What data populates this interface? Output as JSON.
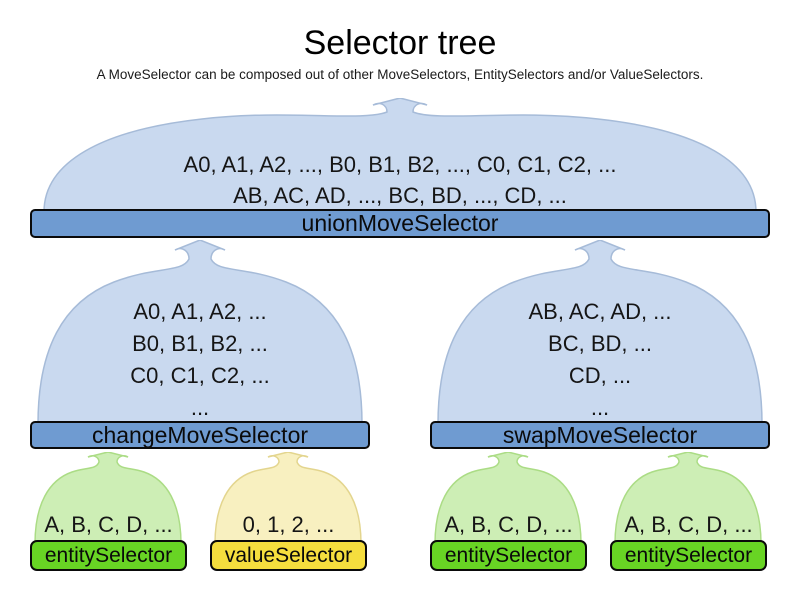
{
  "title": "Selector tree",
  "subtitle": "A MoveSelector can be composed out of other MoveSelectors, EntitySelectors and/or ValueSelectors.",
  "colors": {
    "cloud_blue_fill": "#c9d9ef",
    "cloud_blue_border": "#a6bbd8",
    "bar_blue": "#6f9bd1",
    "cloud_green_fill": "#cdeeb5",
    "cloud_green_border": "#abdc85",
    "bar_green": "#68d424",
    "cloud_yellow_fill": "#f8f0c0",
    "cloud_yellow_border": "#e3d58e",
    "bar_yellow": "#f5de3e",
    "bar_border": "#0a0a0a",
    "text": "#151515"
  },
  "nodes": {
    "union": {
      "label": "unionMoveSelector",
      "items": [
        "A0, A1, A2, ..., B0, B1, B2, ..., C0, C1, C2, ...",
        "AB, AC, AD, ..., BC, BD, ..., CD, ..."
      ]
    },
    "change": {
      "label": "changeMoveSelector",
      "items": [
        "A0, A1, A2, ...",
        "B0, B1, B2, ...",
        "C0, C1, C2, ...",
        "..."
      ]
    },
    "swap": {
      "label": "swapMoveSelector",
      "items": [
        "AB, AC, AD, ...",
        "BC, BD, ...",
        "CD, ...",
        "..."
      ]
    },
    "entity_left": {
      "label": "entitySelector",
      "items": [
        "A, B, C, D, ..."
      ]
    },
    "value_left": {
      "label": "valueSelector",
      "items": [
        "0, 1, 2, ..."
      ]
    },
    "entity_mid": {
      "label": "entitySelector",
      "items": [
        "A, B, C, D, ..."
      ]
    },
    "entity_right": {
      "label": "entitySelector",
      "items": [
        "A, B, C, D, ..."
      ]
    }
  }
}
